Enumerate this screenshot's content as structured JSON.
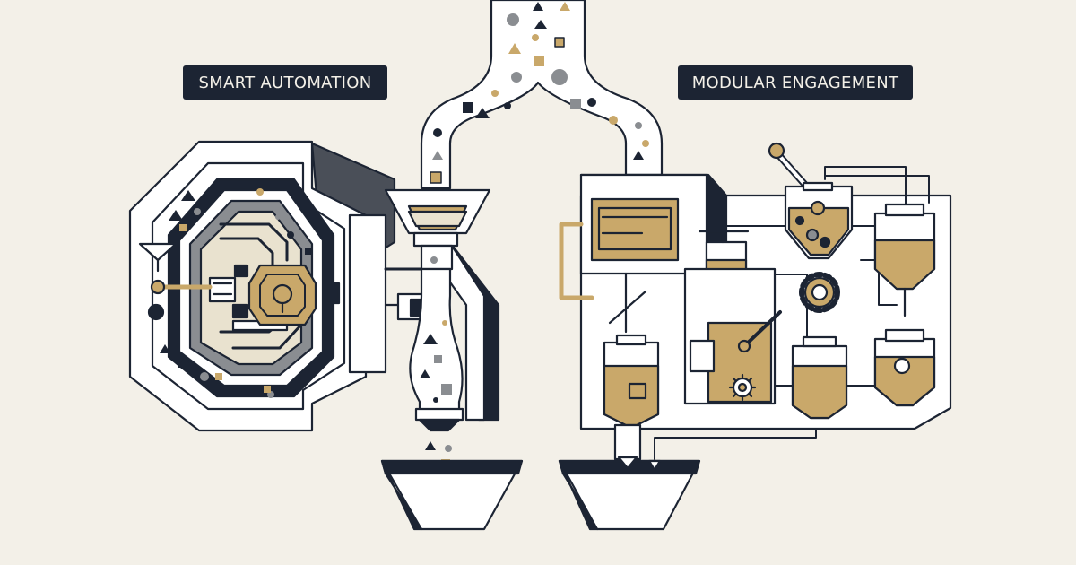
{
  "labels": {
    "left": "SMART AUTOMATION",
    "right": "MODULAR ENGAGEMENT"
  },
  "colors": {
    "background": "#f3f0e8",
    "ink": "#1c2433",
    "gold": "#c9a86a",
    "grey": "#8a8d91",
    "panel": "#ffffff"
  },
  "icons": [
    "gear-icon",
    "gear-icon-small",
    "funnel-icon",
    "hopper-icon",
    "tank-icon"
  ]
}
